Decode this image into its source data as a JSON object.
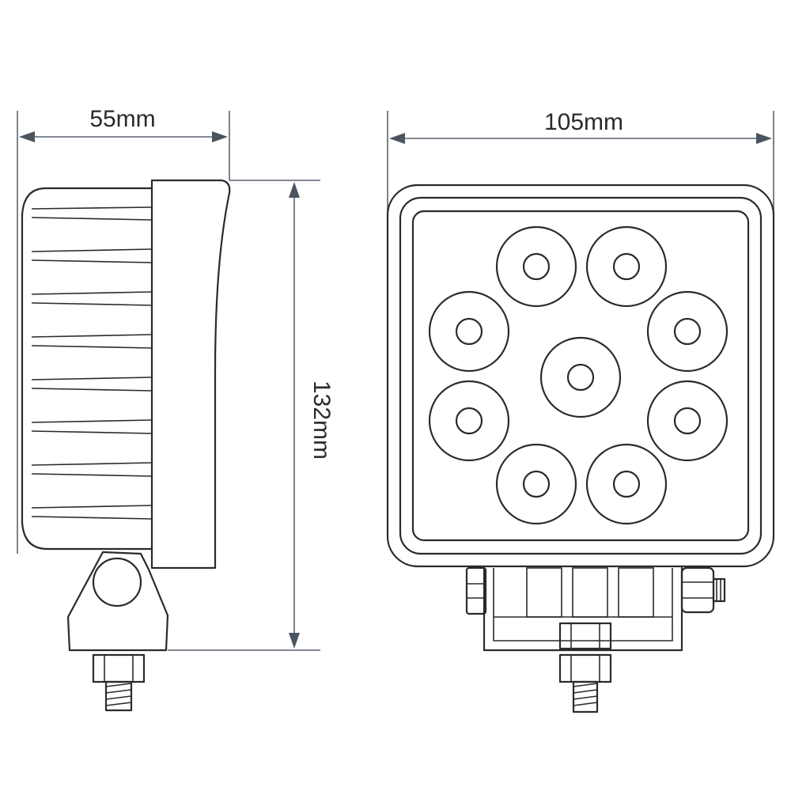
{
  "dimensions": {
    "depth": "55mm",
    "width": "105mm",
    "height": "132mm"
  },
  "front_view": {
    "led_count": 9
  }
}
